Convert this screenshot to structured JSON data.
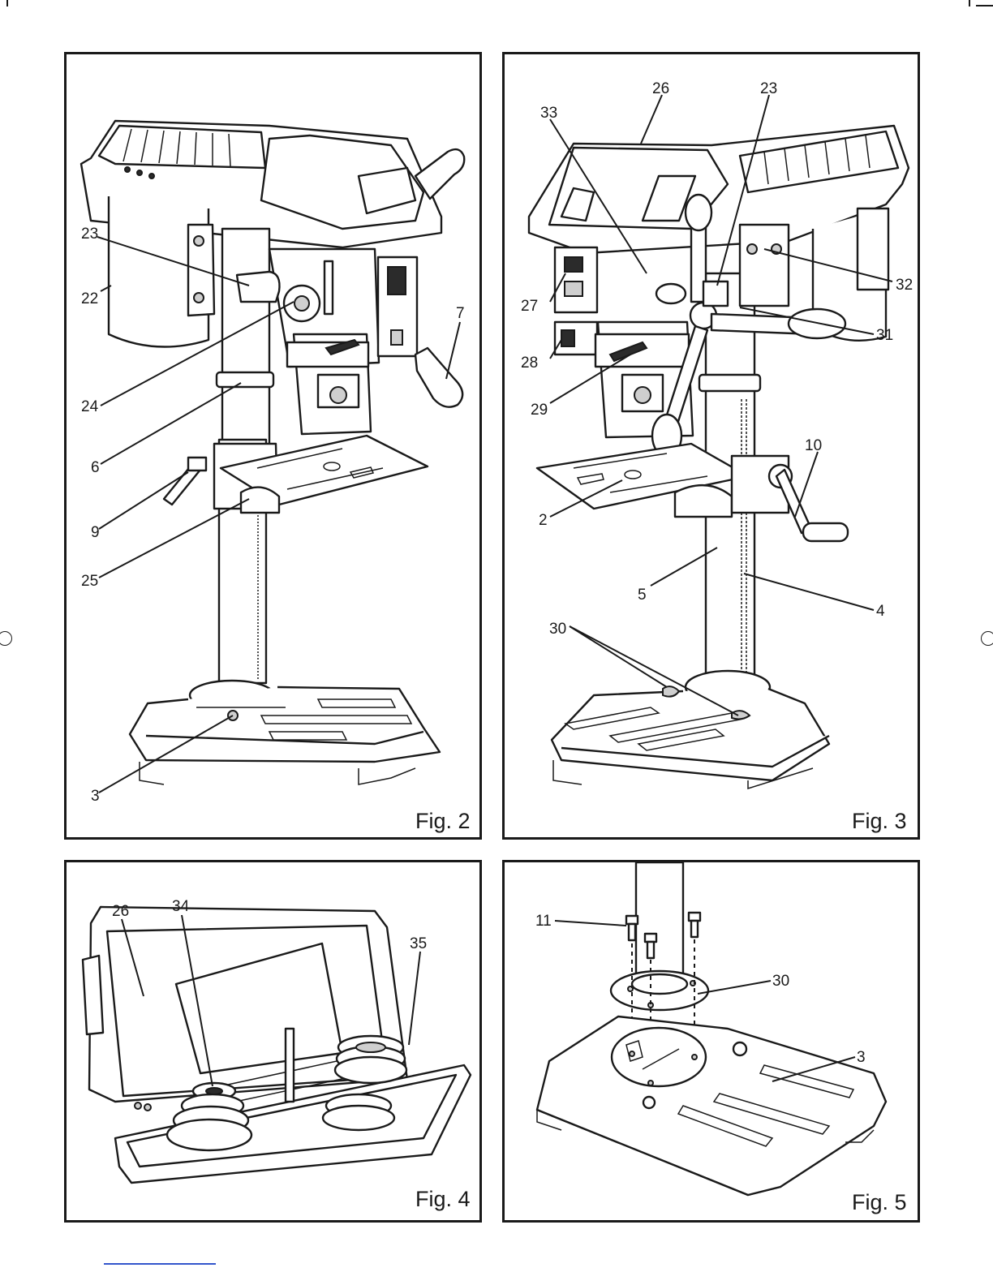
{
  "figures": {
    "fig2": {
      "label": "Fig. 2",
      "callouts": [
        "23",
        "22",
        "24",
        "7",
        "6",
        "9",
        "25",
        "3"
      ]
    },
    "fig3": {
      "label": "Fig. 3",
      "callouts": [
        "26",
        "23",
        "33",
        "32",
        "27",
        "31",
        "28",
        "29",
        "10",
        "2",
        "5",
        "4",
        "30"
      ]
    },
    "fig4": {
      "label": "Fig. 4",
      "callouts": [
        "26",
        "34",
        "35"
      ]
    },
    "fig5": {
      "label": "Fig. 5",
      "callouts": [
        "11",
        "30",
        "3"
      ]
    }
  },
  "colors": {
    "ink": "#1a1a1a",
    "paper": "#ffffff"
  }
}
